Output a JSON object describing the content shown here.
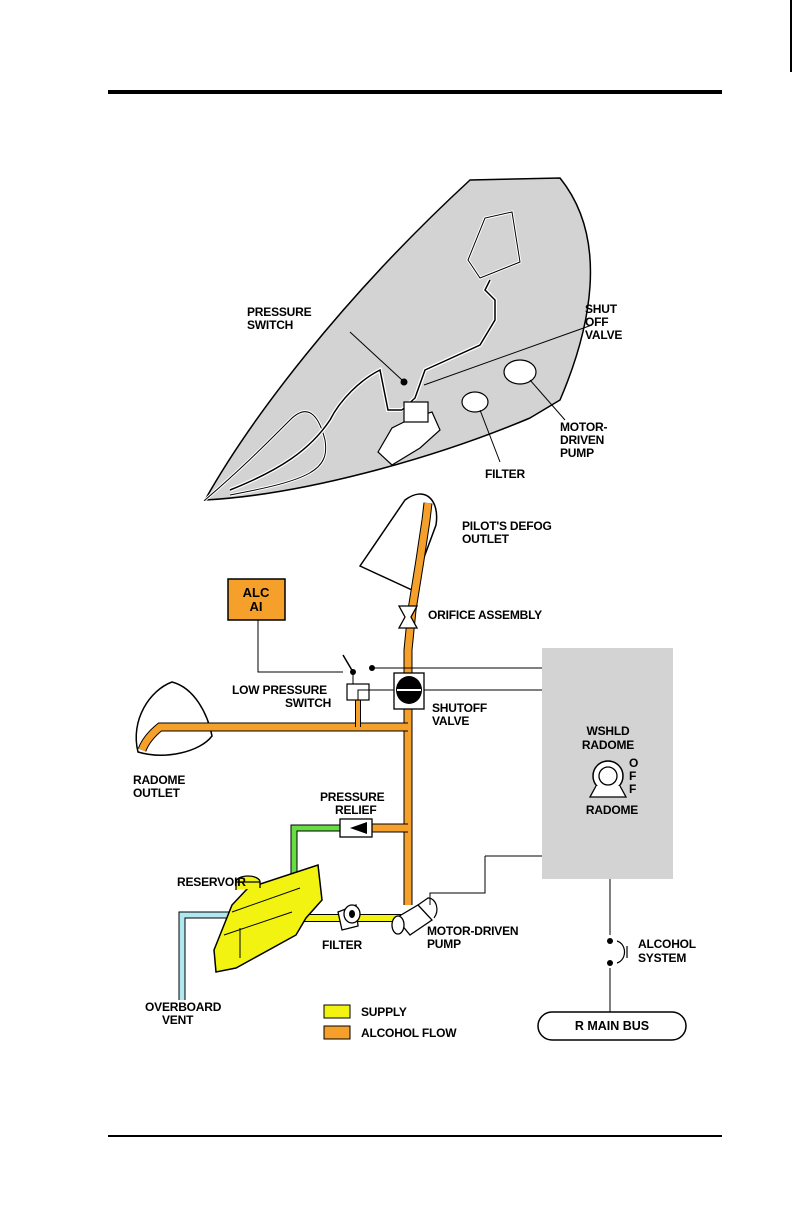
{
  "colors": {
    "supply": "#f3f312",
    "alcohol_flow": "#f5a02a",
    "vent": "#b0e8f0",
    "relief_line": "#66dd44",
    "panel_gray": "#d3d3d3",
    "alc_ai_box": "#f5a02a"
  },
  "top_view": {
    "pressure_switch": [
      "PRESSURE",
      "SWITCH"
    ],
    "shut_off_valve": [
      "SHUT",
      "OFF",
      "VALVE"
    ],
    "motor_driven_pump": [
      "MOTOR-",
      "DRIVEN",
      "PUMP"
    ],
    "filter": "FILTER"
  },
  "schematic": {
    "pilots_defog_outlet": [
      "PILOT'S DEFOG",
      "OUTLET"
    ],
    "orifice_assembly": "ORIFICE ASSEMBLY",
    "alc_ai": [
      "ALC",
      "AI"
    ],
    "low_pressure_switch": [
      "LOW PRESSURE",
      "SWITCH"
    ],
    "shutoff_valve": [
      "SHUTOFF",
      "VALVE"
    ],
    "radome_outlet": [
      "RADOME",
      "OUTLET"
    ],
    "pressure_relief": [
      "PRESSURE",
      "RELIEF"
    ],
    "reservoir": "RESERVOIR",
    "filter": "FILTER",
    "motor_driven_pump": [
      "MOTOR-DRIVEN",
      "PUMP"
    ],
    "overboard_vent": [
      "OVERBOARD",
      "VENT"
    ],
    "wshld_radome": [
      "WSHLD",
      "RADOME"
    ],
    "off_letters": [
      "O",
      "F",
      "F"
    ],
    "radome": "RADOME",
    "alcohol_system": [
      "ALCOHOL",
      "SYSTEM"
    ],
    "r_main_bus": "R MAIN BUS"
  },
  "legend": {
    "supply": "SUPPLY",
    "alcohol_flow": "ALCOHOL FLOW"
  }
}
